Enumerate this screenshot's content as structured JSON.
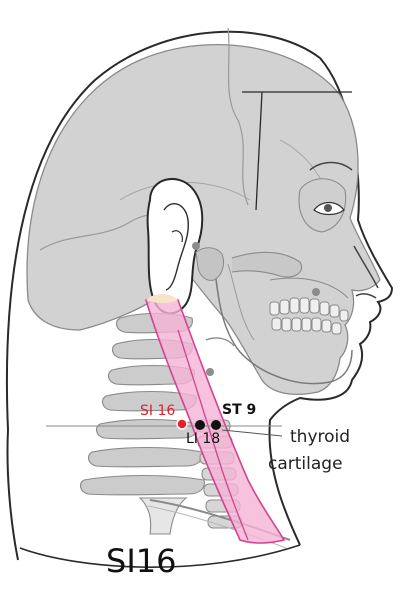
{
  "diagram": {
    "title": "SI16",
    "points": [
      {
        "label": "SI 16",
        "color": "#e8202a"
      },
      {
        "label": "LI 18",
        "color": "#111111"
      },
      {
        "label": "ST 9",
        "color": "#111111"
      }
    ],
    "annotation": {
      "line1": "thyroid",
      "line2": "cartilage"
    },
    "colors": {
      "skin_outline": "#2a2a2a",
      "skull_fill": "#d2d2d2",
      "bone_outline": "#8a8a8a",
      "muscle_fill": "#f4b3d4",
      "muscle_outline": "#d4438f",
      "highlight_point": "#e8202a",
      "point": "#111111"
    }
  }
}
